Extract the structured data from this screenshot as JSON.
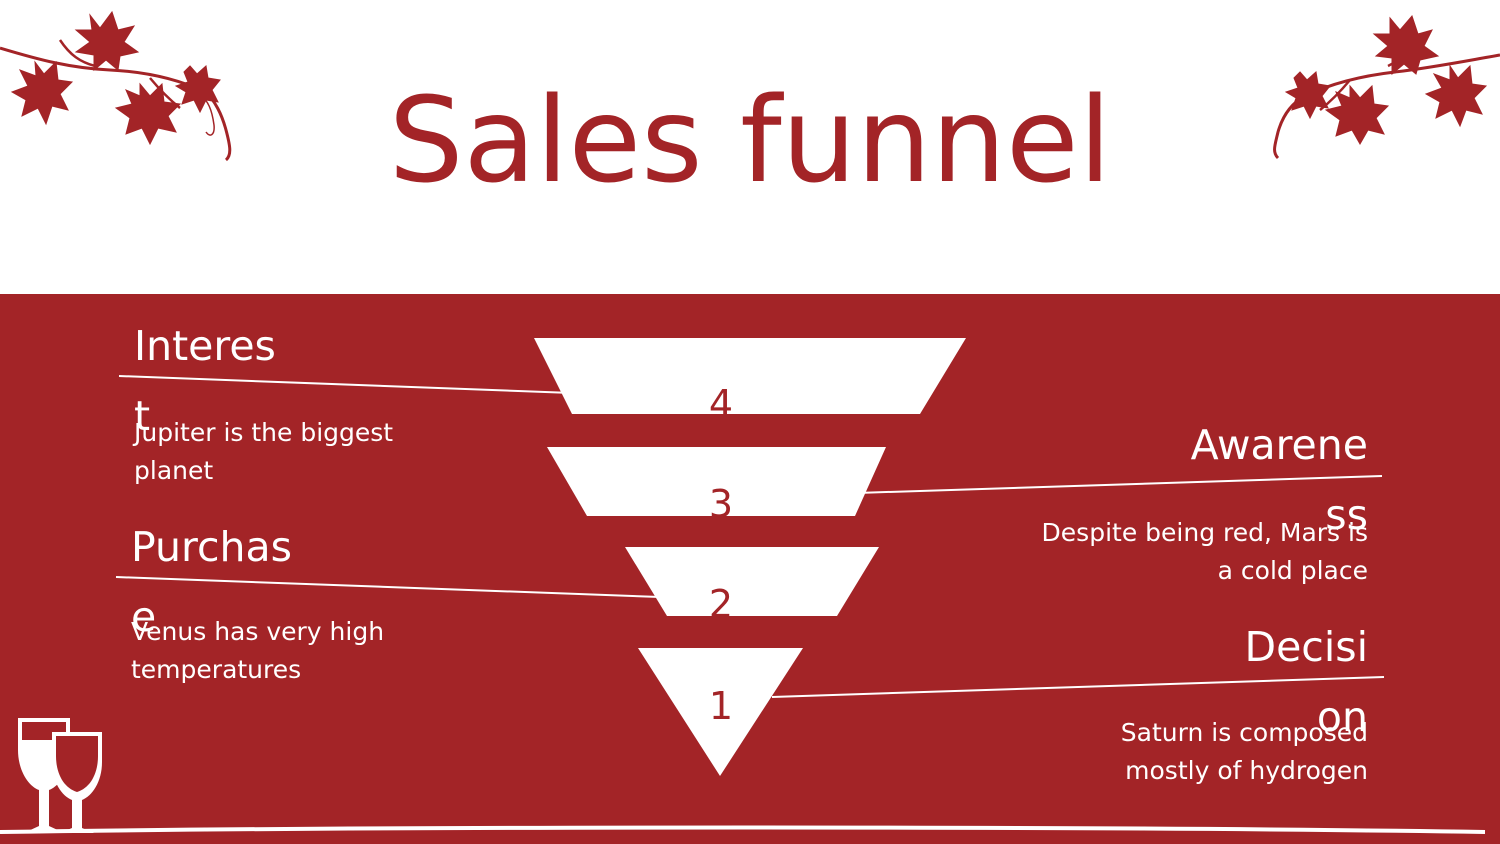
{
  "slide": {
    "title": "Sales funnel",
    "colors": {
      "accent": "#a32427",
      "background": "#ffffff",
      "text_on_accent": "#ffffff"
    }
  },
  "funnel": {
    "levels": [
      {
        "number": "4"
      },
      {
        "number": "3"
      },
      {
        "number": "2"
      },
      {
        "number": "1"
      }
    ]
  },
  "stages": {
    "interest": {
      "title": "Interest",
      "description": "Jupiter is the biggest planet"
    },
    "awareness": {
      "title": "Awareness",
      "description": "Despite being red, Mars is a cold place"
    },
    "purchase": {
      "title": "Purchase",
      "description": "Venus has very high temperatures"
    },
    "decision": {
      "title": "Decision",
      "description": "Saturn is composed mostly of hydrogen"
    }
  },
  "decorations": {
    "vine_left": "grape-vine-icon",
    "vine_right": "grape-vine-icon",
    "glasses": "wine-glasses-icon"
  }
}
